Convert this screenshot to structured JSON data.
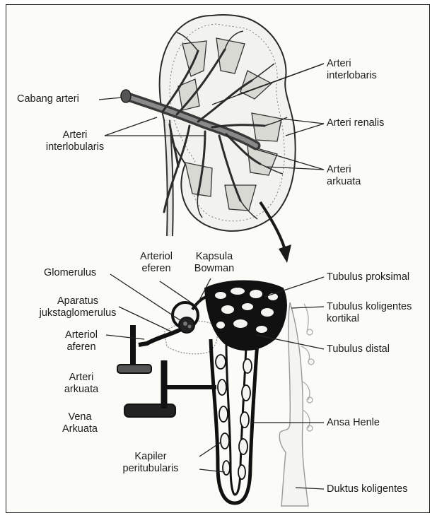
{
  "labels": {
    "cabang_arteri": "Cabang arteri",
    "arteri_interlobaris": [
      "Arteri",
      "interlobaris"
    ],
    "arteri_renalis": "Arteri renalis",
    "arteri_interlobularis": [
      "Arteri",
      "interlobularis"
    ],
    "arteri_arkuata_top": [
      "Arteri",
      "arkuata"
    ],
    "arteriol_eferen": [
      "Arteriol",
      "eferen"
    ],
    "kapsula_bowman": [
      "Kapsula",
      "Bowman"
    ],
    "glomerulus": "Glomerulus",
    "aparatus": [
      "Aparatus",
      "jukstaglomerulus"
    ],
    "arteriol_aferen": [
      "Arteriol",
      "aferen"
    ],
    "arteri_arkuata_bottom": [
      "Arteri",
      "arkuata"
    ],
    "vena_arkuata": [
      "Vena",
      "Arkuata"
    ],
    "kapiler": [
      "Kapiler",
      "peritubularis"
    ],
    "tubulus_proksimal": "Tubulus proksimal",
    "tubulus_koligentes": [
      "Tubulus koligentes",
      "kortikal"
    ],
    "tubulus_distal": "Tubulus distal",
    "ansa_henle": "Ansa Henle",
    "duktus_koligentes": "Duktus koligentes"
  }
}
